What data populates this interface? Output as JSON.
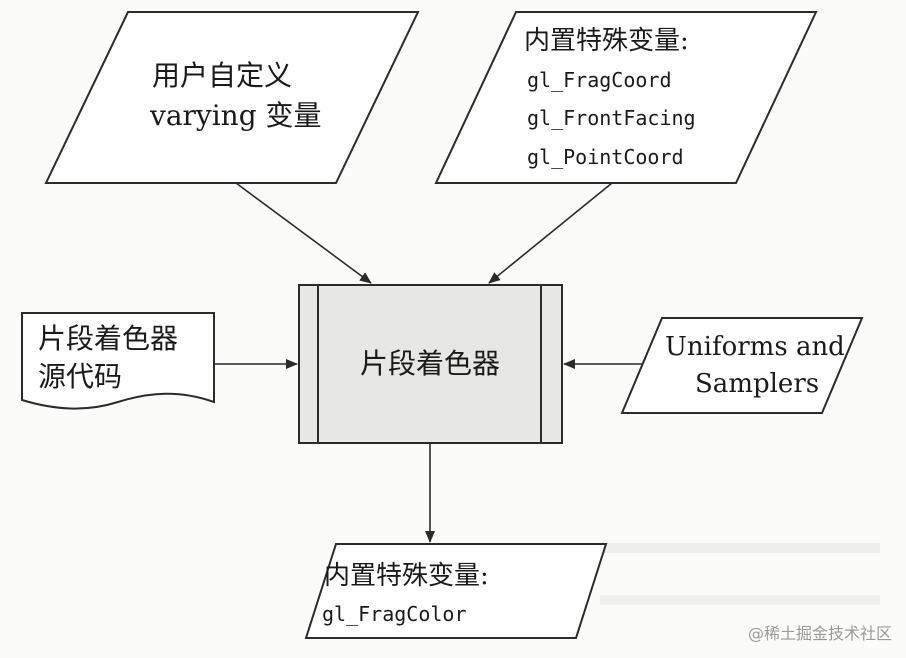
{
  "nodes": {
    "user_varying": {
      "line1": "用户自定义",
      "line2": "varying 变量"
    },
    "builtin_inputs": {
      "title": "内置特殊变量:",
      "items": [
        "gl_FragCoord",
        "gl_FrontFacing",
        "gl_PointCoord"
      ]
    },
    "fragment_source": {
      "line1": "片段着色器",
      "line2": "源代码"
    },
    "fragment_shader": {
      "label": "片段着色器"
    },
    "uniforms_samplers": {
      "line1": "Uniforms and",
      "line2": "Samplers"
    },
    "builtin_output": {
      "title": "内置特殊变量:",
      "item": "gl_FragColor"
    }
  },
  "watermark": "@稀土掘金技术社区",
  "colors": {
    "stroke": "#2b2b2b",
    "shader_fill": "#e7e7e5",
    "background": "#fbfbfa"
  }
}
